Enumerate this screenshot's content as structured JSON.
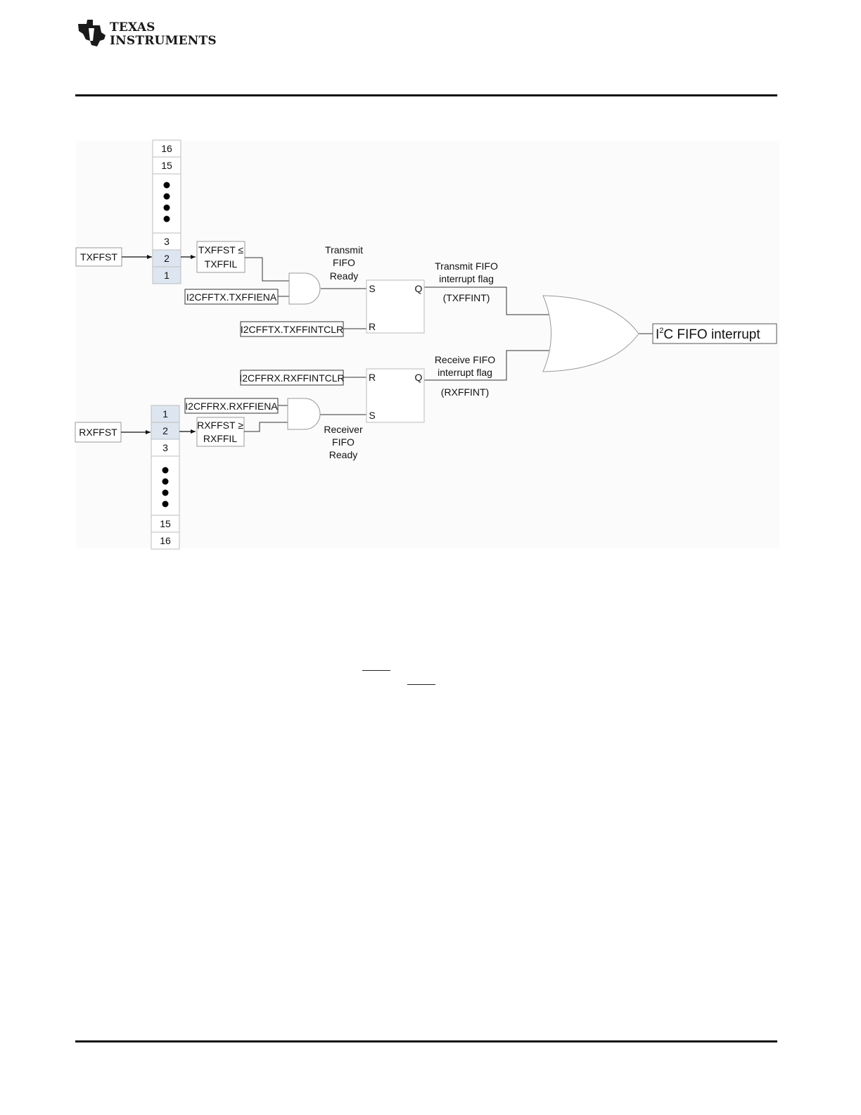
{
  "header": {
    "logo_line1": "TEXAS",
    "logo_line2": "INSTRUMENTS"
  },
  "diagram": {
    "tx_fifo": {
      "cells": [
        "16",
        "15",
        "3",
        "2",
        "1"
      ]
    },
    "rx_fifo": {
      "cells": [
        "1",
        "2",
        "3",
        "15",
        "16"
      ]
    },
    "tx_status_label": "TXFFST",
    "rx_status_label": "RXFFST",
    "tx_compare": [
      "TXFFST ≤",
      "TXFFIL"
    ],
    "rx_compare": [
      "RXFFST ≥",
      "RXFFIL"
    ],
    "tx_enable": "I2CFFTX.TXFFIENA",
    "rx_enable": "I2CFFRX.RXFFIENA",
    "tx_clear": "I2CFFTX.TXFFINTCLR",
    "rx_clear": "I2CFFRX.RXFFINTCLR",
    "tx_ready": [
      "Transmit",
      "FIFO",
      "Ready"
    ],
    "rx_ready": [
      "Receiver",
      "FIFO",
      "Ready"
    ],
    "tx_flag": [
      "Transmit FIFO",
      "interrupt flag",
      "(TXFFINT)"
    ],
    "rx_flag": [
      "Receive FIFO",
      "interrupt flag",
      "(RXFFINT)"
    ],
    "ff_pins": {
      "set": "S",
      "reset": "R",
      "out": "Q"
    },
    "output": {
      "prefix": "I",
      "superscript": "2",
      "suffix": "C FIFO interrupt"
    }
  }
}
